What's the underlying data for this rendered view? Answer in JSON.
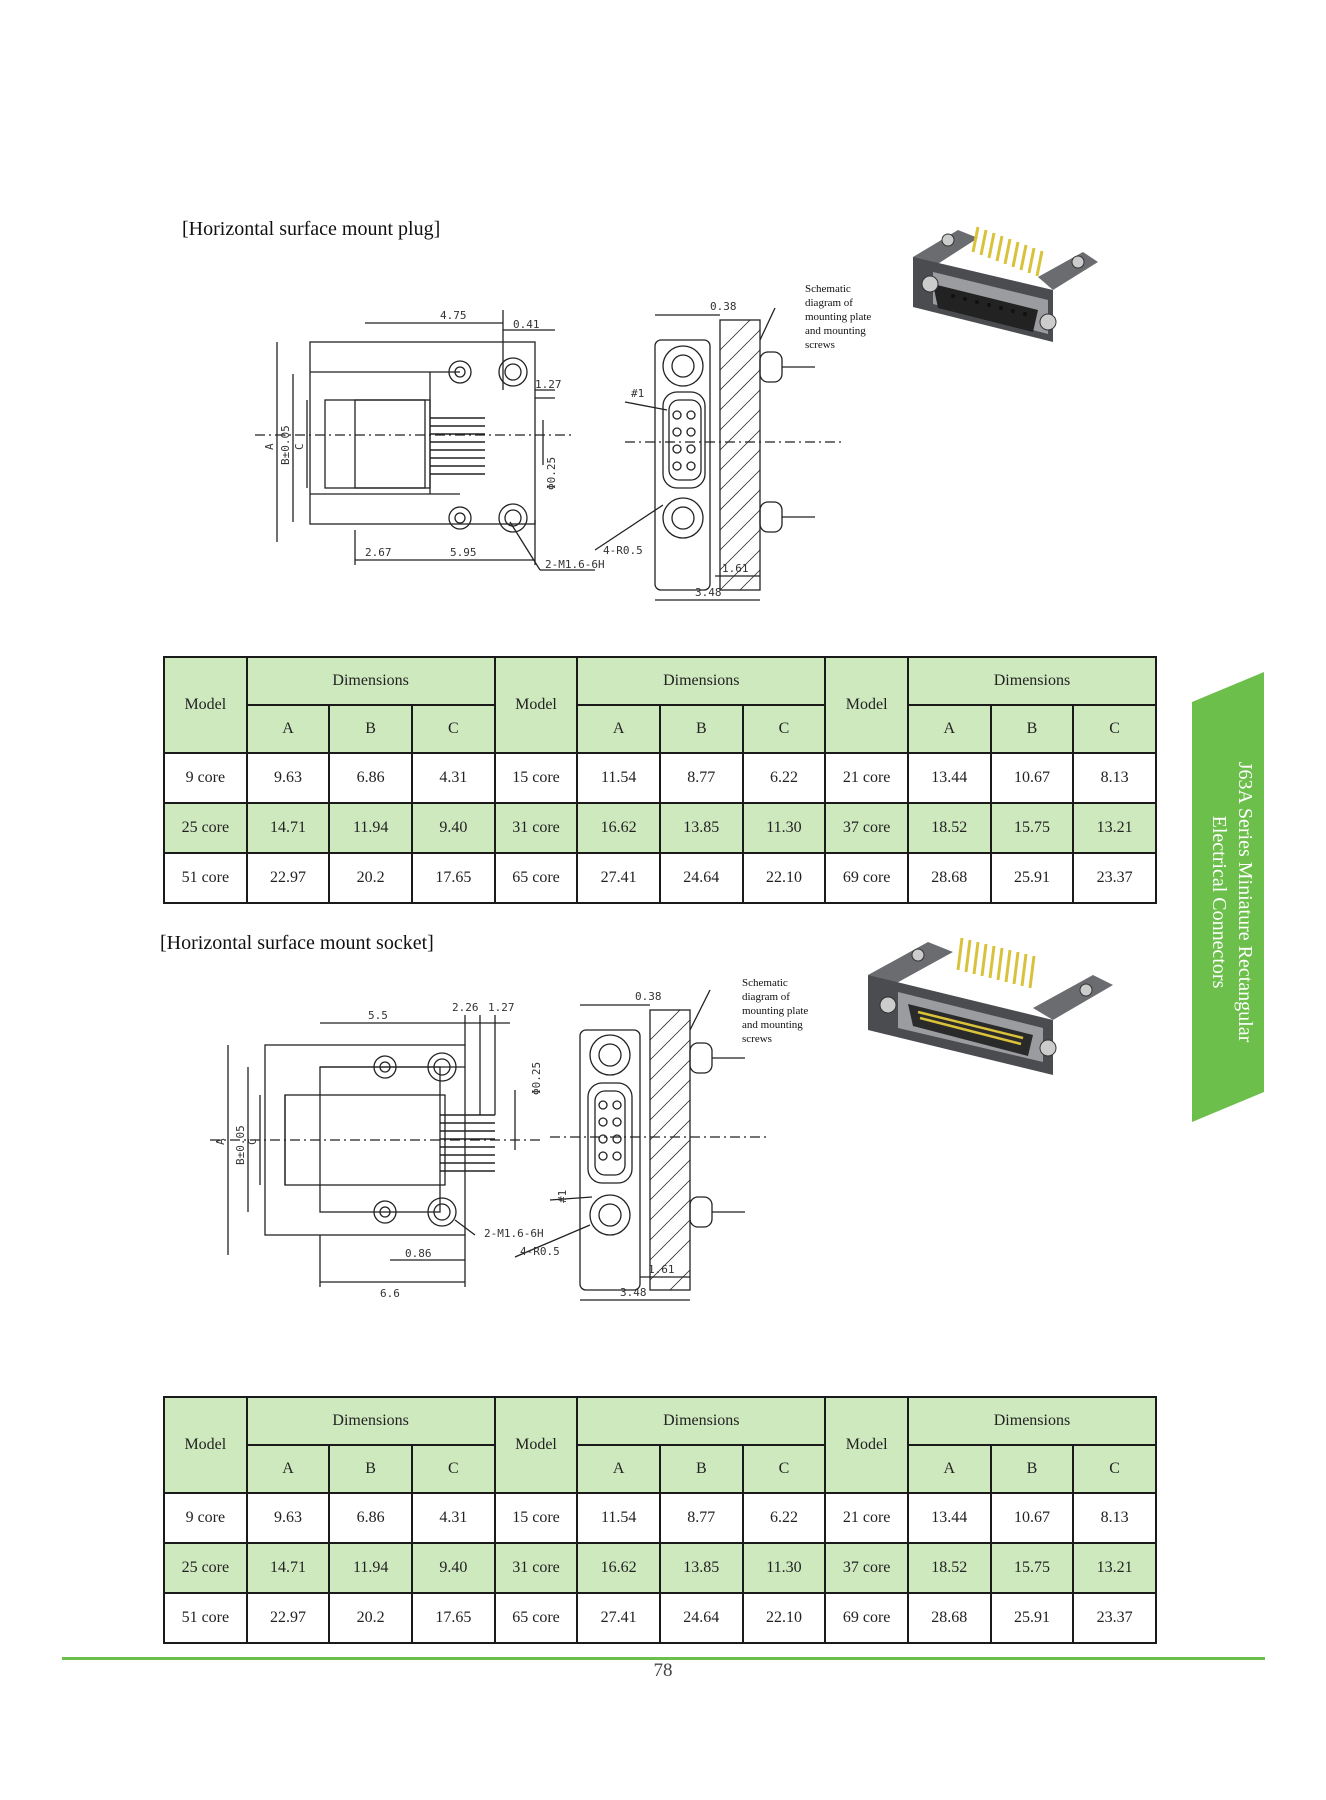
{
  "sections": [
    {
      "title": "[Horizontal surface mount plug]",
      "caption": [
        "Schematic",
        "diagram of",
        "mounting plate",
        "and mounting",
        "screws"
      ],
      "dims": {
        "d1": "4.75",
        "d2": "0.41",
        "d3": "1.27",
        "d4": "Φ0.25",
        "d5": "2.67",
        "d6": "5.95",
        "d7": "2-M1.6-6H",
        "d8": "4-R0.5",
        "d9": "0.38",
        "d10": "#1",
        "d11": "1.61",
        "d12": "3.48",
        "la": "A",
        "lb": "B±0.05",
        "lc": "C"
      }
    },
    {
      "title": "[Horizontal surface mount socket]",
      "caption": [
        "Schematic",
        "diagram of",
        "mounting plate",
        "and mounting",
        "screws"
      ],
      "dims": {
        "d1": "5.5",
        "d2": "2.26",
        "d3": "1.27",
        "d4": "Φ0.25",
        "d5": "0.86",
        "d6": "6.6",
        "d7": "2-M1.6-6H",
        "d8": "4-R0.5",
        "d9": "0.38",
        "d10": "#1",
        "d11": "1.61",
        "d12": "3.48",
        "la": "A",
        "lb": "B±0.05",
        "lc": "C"
      }
    }
  ],
  "table": {
    "model_header": "Model",
    "dim_header": "Dimensions",
    "cols": [
      "A",
      "B",
      "C"
    ],
    "rows": [
      [
        [
          "9 core",
          "9.63",
          "6.86",
          "4.31"
        ],
        [
          "15 core",
          "11.54",
          "8.77",
          "6.22"
        ],
        [
          "21 core",
          "13.44",
          "10.67",
          "8.13"
        ]
      ],
      [
        [
          "25 core",
          "14.71",
          "11.94",
          "9.40"
        ],
        [
          "31 core",
          "16.62",
          "13.85",
          "11.30"
        ],
        [
          "37 core",
          "18.52",
          "15.75",
          "13.21"
        ]
      ],
      [
        [
          "51 core",
          "22.97",
          "20.2",
          "17.65"
        ],
        [
          "65 core",
          "27.41",
          "24.64",
          "22.10"
        ],
        [
          "69 core",
          "28.68",
          "25.91",
          "23.37"
        ]
      ]
    ]
  },
  "side_tab": {
    "line1": "J63A Series Miniature Rectangular",
    "line2": "Electrical Connectors"
  },
  "page_number": "78",
  "colors": {
    "green_header": "#cfe9bf",
    "accent_green": "#6bbf4a",
    "pin_gold": "#d9c23a"
  }
}
